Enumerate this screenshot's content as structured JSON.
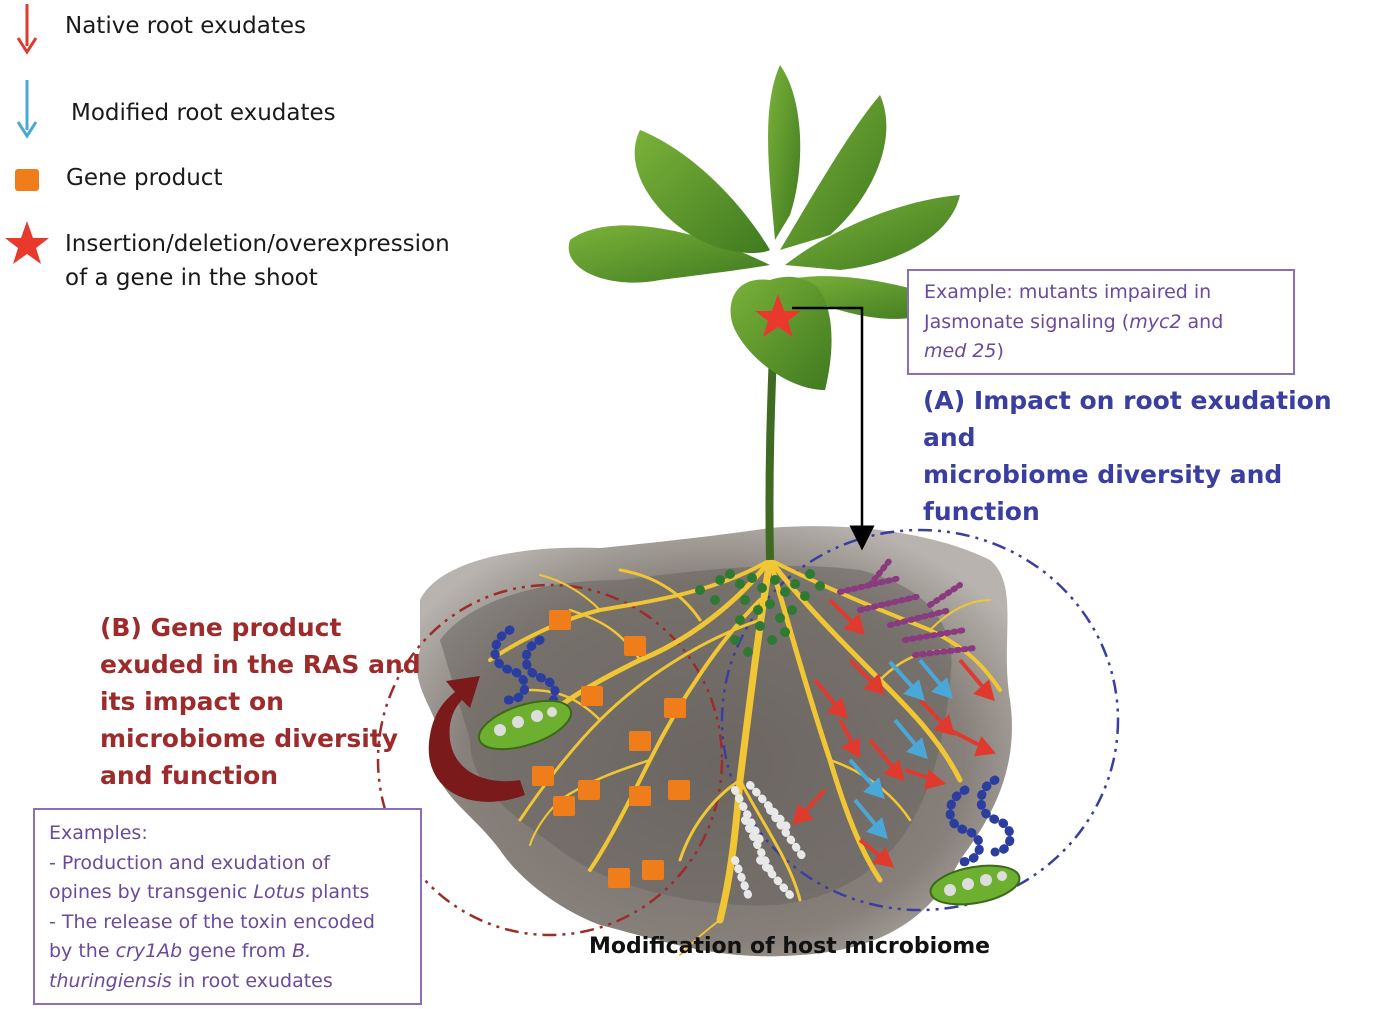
{
  "legend": {
    "native": "Native root exudates",
    "modified": "Modified root exudates",
    "gene_product": "Gene product",
    "insertion_line1": "Insertion/deletion/overexpression",
    "insertion_line2": "of a gene in the shoot"
  },
  "box_a": {
    "line1": "Example: mutants impaired in",
    "line2_pre": "Jasmonate signaling (",
    "line2_italic": "myc2",
    "line2_post": " and",
    "line3_italic": "med 25",
    "line3_post": ")"
  },
  "heading_a": {
    "line1": "(A) Impact on root exudation and",
    "line2": "microbiome diversity and function"
  },
  "heading_b": {
    "line1": "(B) Gene product",
    "line2": "exuded in the RAS and",
    "line3": "its impact on",
    "line4": "microbiome diversity",
    "line5": "and function"
  },
  "box_b": {
    "line1": "Examples:",
    "line2": "- Production and exudation of",
    "line3_pre": "opines by transgenic ",
    "line3_italic": "Lotus",
    "line3_post": " plants",
    "line4": "- The release of the toxin encoded",
    "line5_pre": "by the ",
    "line5_italic": "cry1Ab",
    "line5_mid": " gene from ",
    "line5_italic2": "B.",
    "line6_italic": "thuringiensis",
    "line6_post": " in root exudates"
  },
  "caption": "Modification of host microbiome",
  "colors": {
    "native_arrow": "#e03a2f",
    "modified_arrow": "#4aa8d8",
    "gene_product": "#ef7d1a",
    "star": "#e8392c",
    "leaf": "#5f9a2c",
    "soil": "#7d7772",
    "roots": "#f1c634",
    "heading_a": "#3b3ea1",
    "heading_b": "#9e2b2b",
    "box_border": "#8a6fb5"
  }
}
